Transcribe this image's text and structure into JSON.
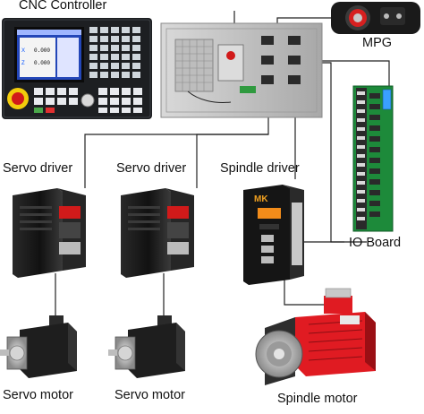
{
  "labels": {
    "cnc_controller": "CNC Controller",
    "mpg": "MPG",
    "io_board": "IO Board",
    "servo_driver_1": "Servo driver",
    "servo_driver_2": "Servo driver",
    "spindle_driver": "Spindle driver",
    "servo_motor_1": "Servo motor",
    "servo_motor_2": "Servo motor",
    "spindle_motor": "Spindle motor"
  },
  "screen": {
    "axis_x": "X",
    "axis_z": "Z",
    "value_x": "0.000",
    "value_z": "0.000"
  },
  "spindle_driver_brand": "MK",
  "colors": {
    "panel": "#1d1f22",
    "screen_blue": "#2346b8",
    "estop_yellow": "#f2cc0c",
    "estop_red": "#d11a1a",
    "io_board_green": "#1d8a3a",
    "motor_red": "#e01b22",
    "wire": "#222222"
  }
}
